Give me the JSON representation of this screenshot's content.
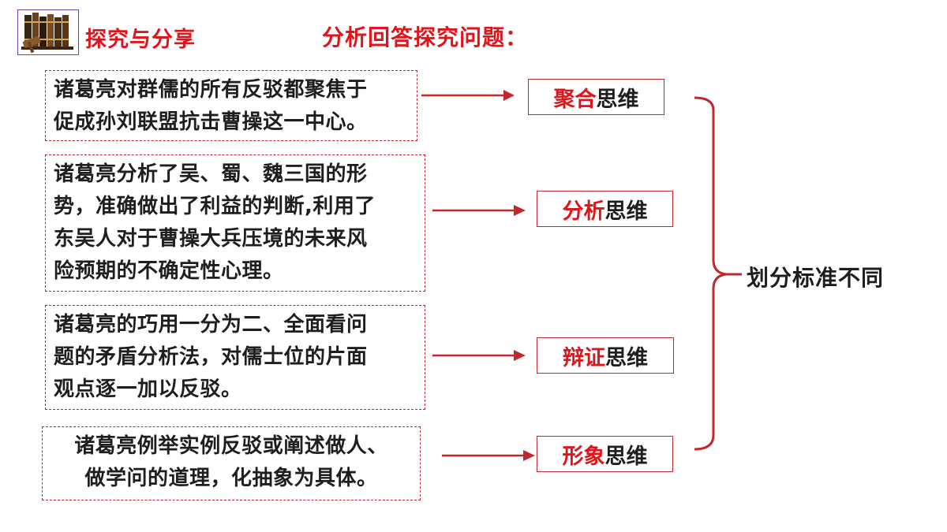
{
  "header": {
    "section_title": "探究与分享",
    "prompt_title": "分析回答探究问题："
  },
  "evidence": [
    {
      "lines": [
        "诸葛亮对群儒的所有反驳都聚焦于",
        "促成孙刘联盟抗击曹操这一中心。"
      ]
    },
    {
      "lines": [
        "诸葛亮分析了吴、蜀、魏三国的形",
        "势，准确做出了利益的判断,利用了",
        "东吴人对于曹操大兵压境的未来风",
        "险预期的不确定性心理。"
      ]
    },
    {
      "lines": [
        "诸葛亮的巧用一分为二、全面看问",
        "题的矛盾分析法，对儒士位的片面",
        "观点逐一加以反驳。"
      ]
    },
    {
      "lines": [
        "诸葛亮例举实例反驳或阐述做人、",
        "做学问的道理，化抽象为具体。"
      ]
    }
  ],
  "thinking": [
    {
      "keyword": "聚合",
      "suffix": "思维"
    },
    {
      "keyword": "分析",
      "suffix": "思维"
    },
    {
      "keyword": "辩证",
      "suffix": "思维"
    },
    {
      "keyword": "形象",
      "suffix": "思维"
    }
  ],
  "conclusion": "划分标准不同",
  "icons": {
    "logo": "books-and-gavel-icon",
    "arrow": "arrow-right-icon",
    "brace": "right-brace-icon"
  },
  "colors": {
    "accent": "#e0151b",
    "border": "#c0282e",
    "text": "#1e1e1e"
  }
}
